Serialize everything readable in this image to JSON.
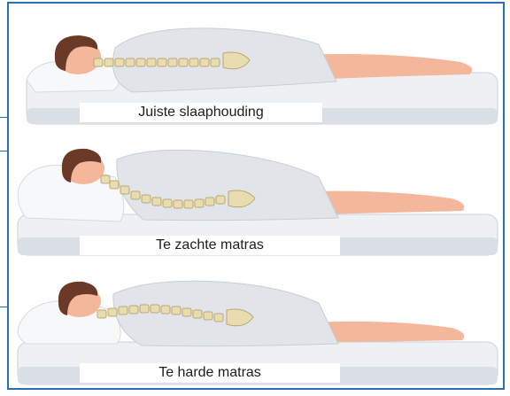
{
  "panels": [
    {
      "caption": "Juiste slaaphouding"
    },
    {
      "caption": "Te zachte matras"
    },
    {
      "caption": "Te harde matras"
    }
  ],
  "colors": {
    "frame": "#2a6fb3",
    "mattress": "#e9edf1",
    "mattress_shadow": "#c9d1d9",
    "skin": "#f4b79c",
    "hair": "#6b3a26",
    "sheet": "#dfe3e7",
    "spine": "#e8dcb0"
  }
}
